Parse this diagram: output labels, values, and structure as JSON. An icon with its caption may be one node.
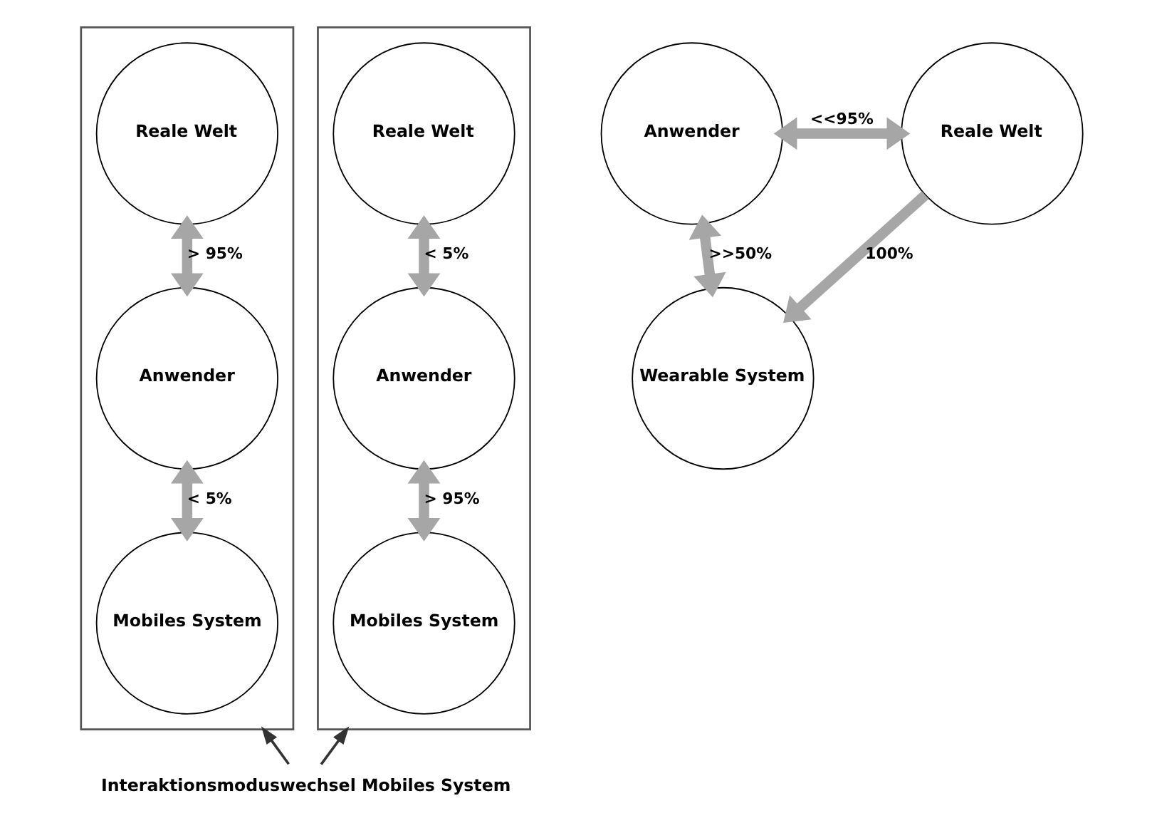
{
  "diagram": {
    "nodes": [
      {
        "text": [],
        "shape": "box"
      },
      {
        "text": [
          "Reale Welt"
        ],
        "in": 0
      },
      {
        "text": [
          "Anwender"
        ],
        "in": 0
      },
      {
        "text": [
          "Mobiles System"
        ],
        "in": 0
      },
      {
        "text": [],
        "shape": "box"
      },
      {
        "text": [
          "Reale Welt"
        ],
        "in": 4
      },
      {
        "text": [
          "Anwender"
        ],
        "in": 4
      },
      {
        "text": [
          "Mobiles System"
        ],
        "in": 4
      },
      {
        "text": [
          "Anwender"
        ]
      },
      {
        "text": [
          "Reale Welt"
        ]
      },
      {
        "text": [
          "Wearable System"
        ]
      },
      {
        "text": [
          "Interaktionsmoduswechsel Mobiles System"
        ]
      }
    ],
    "edges": [
      {
        "from": 1,
        "to": 2,
        "arrow": "both",
        "label": "> 95%"
      },
      {
        "from": 2,
        "to": 3,
        "arrow": "both",
        "label": "< 5%"
      },
      {
        "from": 5,
        "to": 6,
        "arrow": "both",
        "label": "< 5%"
      },
      {
        "from": 6,
        "to": 7,
        "arrow": "both",
        "label": "> 95%"
      },
      {
        "from": 8,
        "to": 9,
        "arrow": "both",
        "label": "<<95%"
      },
      {
        "from": 9,
        "to": 10,
        "arrow": "to",
        "label": "100%"
      },
      {
        "from": 8,
        "to": 10,
        "arrow": "both",
        "label": ">>50%"
      },
      {
        "from": 11,
        "to": 0,
        "arrow": "to",
        "color": "#333333"
      },
      {
        "from": 11,
        "to": 4,
        "arrow": "to",
        "color": "#333333"
      }
    ]
  }
}
